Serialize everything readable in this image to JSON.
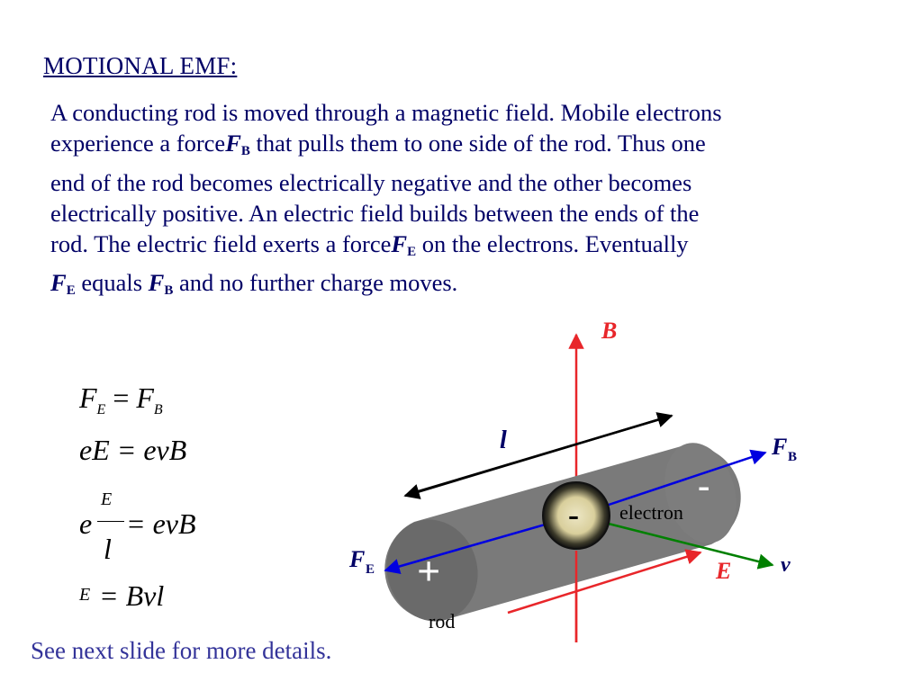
{
  "title": "MOTIONAL EMF:",
  "paragraph": {
    "l1": "A conducting rod is moved through a magnetic field.  Mobile electrons",
    "l2_a": "experience a force",
    "l2_sym": "F",
    "l2_sub": "B",
    "l2_b": " that pulls them to one side of the rod.  Thus one",
    "l3": "end of the rod becomes electrically negative and the other becomes",
    "l4": "electrically positive.  An electric field builds between the ends of the",
    "l5_a": "rod.  The electric field exerts a force",
    "l5_sym": "F",
    "l5_sub": "E",
    "l5_b": " on the electrons.  Eventually",
    "l6_sym1": "F",
    "l6_sub1": "E",
    "l6_mid": " equals ",
    "l6_sym2": "F",
    "l6_sub2": "B",
    "l6_b": " and no further charge moves."
  },
  "equations": {
    "eq1_lhs": "F",
    "eq1_lhs_sub": "E",
    "eq1_op": " = ",
    "eq1_rhs": "F",
    "eq1_rhs_sub": "B",
    "eq2": "eE = evB",
    "eq3_e": "e",
    "eq3_num": "E",
    "eq3_den": "l",
    "eq3_rhs": " = evB",
    "eq4_lhs": "E",
    "eq4_rhs": " = Bvl"
  },
  "diagram": {
    "label_B": "B",
    "label_l": "l",
    "label_FB": "F",
    "label_FB_sub": "B",
    "label_FE": "F",
    "label_FE_sub": "E",
    "label_E": "E",
    "label_v": "v",
    "minus_end": "-",
    "electron_sign": "-",
    "plus_end": "+",
    "electron_label": "electron",
    "rod_label": "rod",
    "colors": {
      "magnetic_field": "#e8262a",
      "force_line": "#0000e0",
      "velocity": "#008000",
      "rod": "#7a7a7a",
      "electron_core": "#e6dfb5"
    }
  },
  "footer": "See next slide for more details."
}
